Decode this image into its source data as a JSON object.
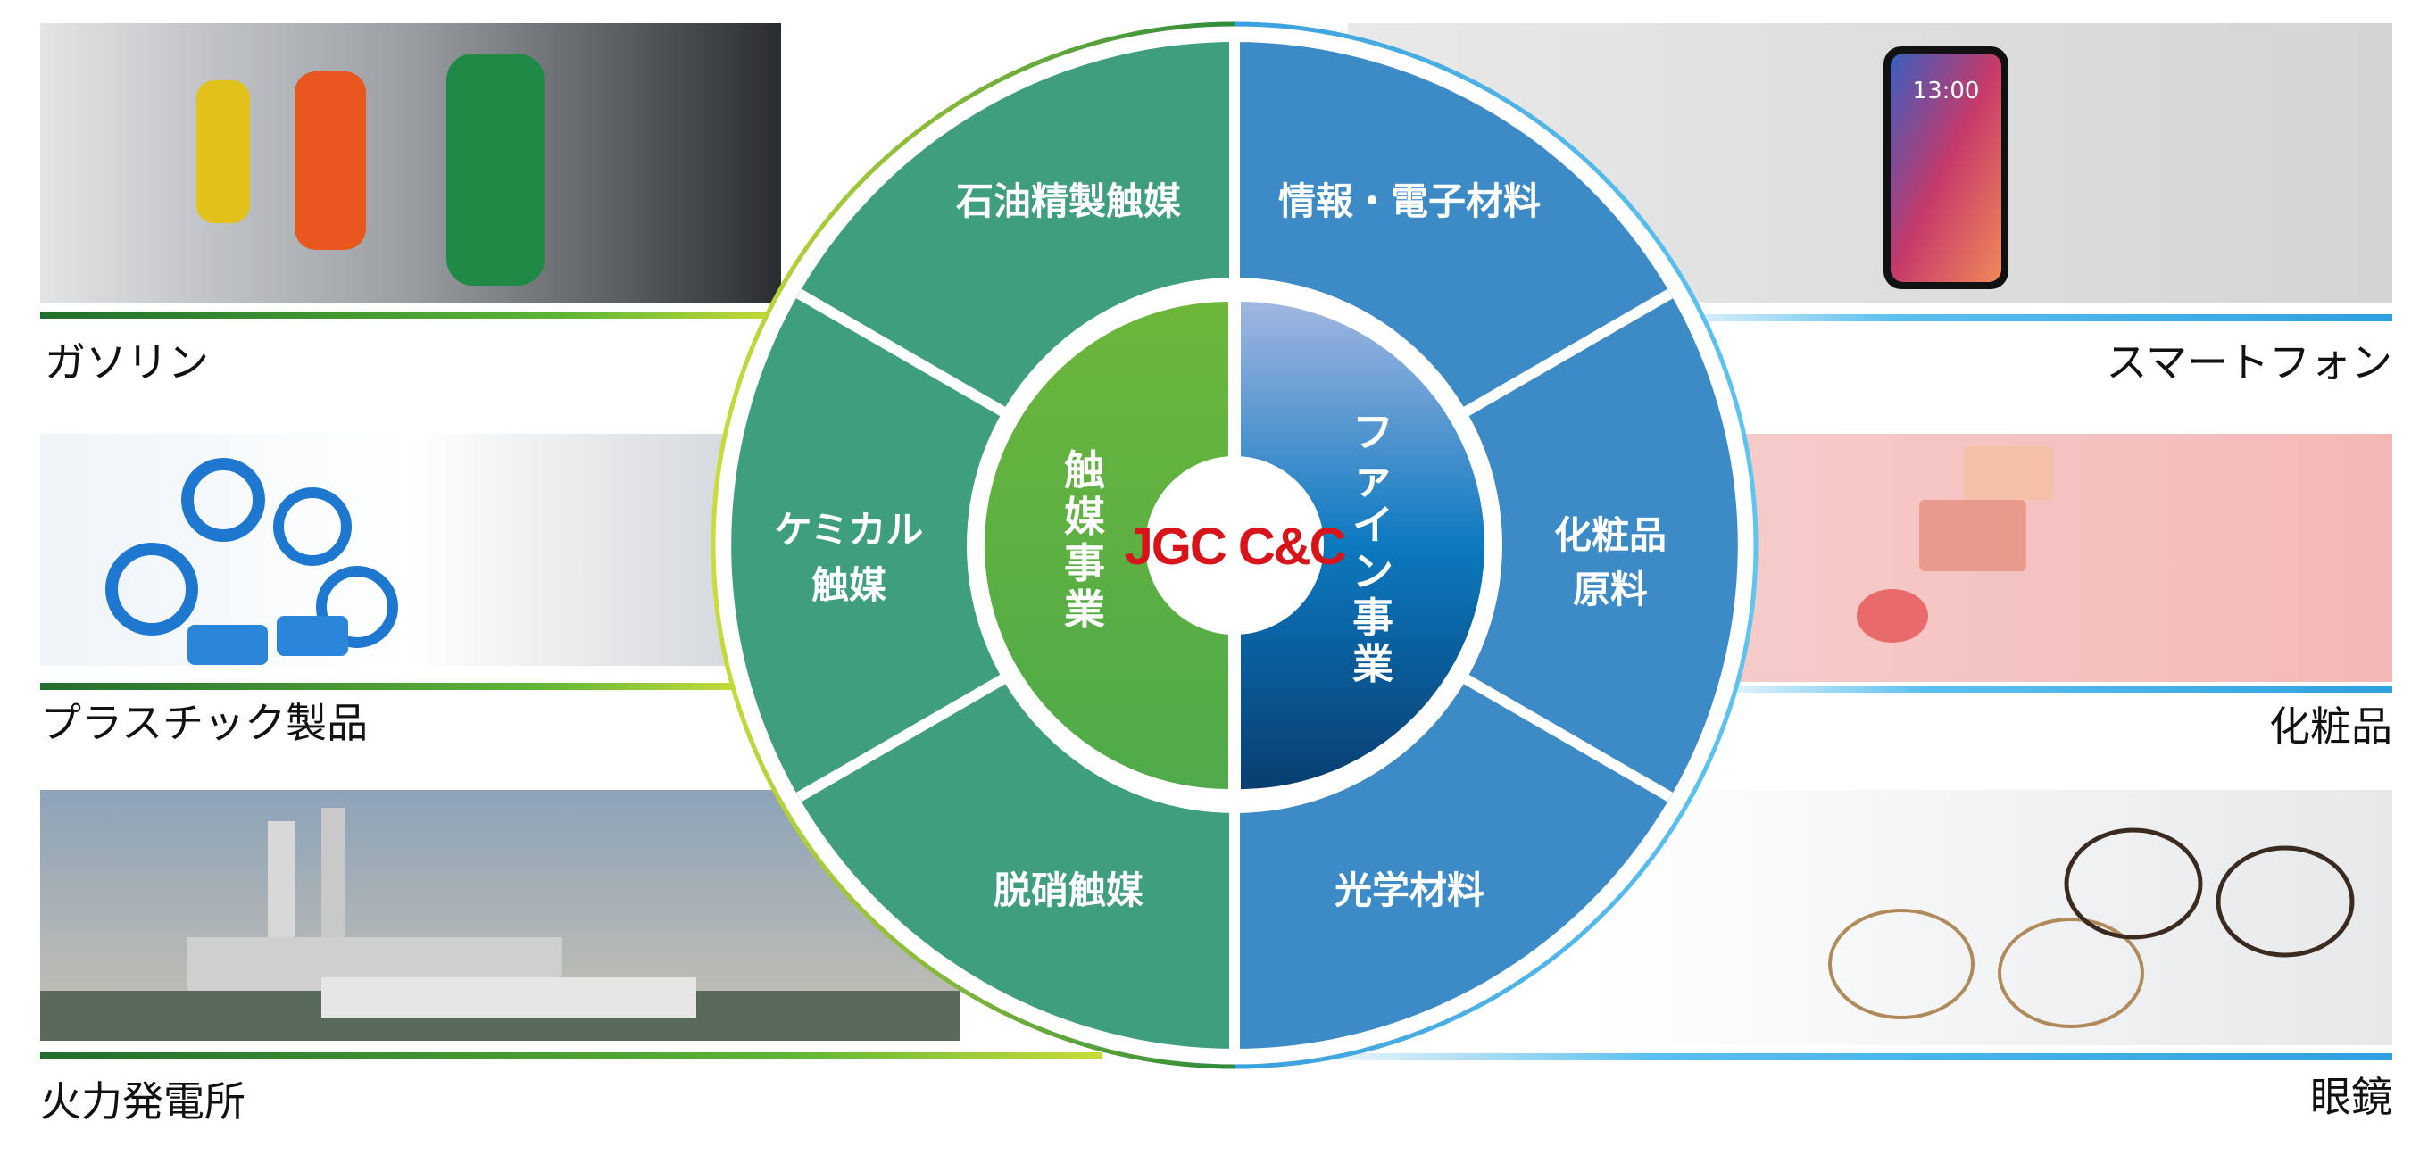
{
  "applications_left": [
    {
      "label": "ガソリン",
      "image": "gasoline-pumps-photo"
    },
    {
      "label": "プラスチック製品",
      "image": "plastic-bottles-photo"
    },
    {
      "label": "火力発電所",
      "image": "power-plant-photo"
    }
  ],
  "applications_right": [
    {
      "label": "スマートフォン",
      "image": "smartphone-photo"
    },
    {
      "label": "化粧品",
      "image": "cosmetics-photo"
    },
    {
      "label": "眼鏡",
      "image": "eyeglasses-photo"
    }
  ],
  "segments_catalyst": [
    {
      "label": "石油精製触媒"
    },
    {
      "lines": [
        "ケミカル",
        "触媒"
      ]
    },
    {
      "label": "脱硝触媒"
    }
  ],
  "segments_fine": [
    {
      "label": "情報・電子材料"
    },
    {
      "lines": [
        "化粧品",
        "原料"
      ]
    },
    {
      "label": "光学材料"
    }
  ],
  "core": {
    "catalyst": [
      "触",
      "媒",
      "事",
      "業"
    ],
    "fine": [
      "フ",
      "ァ",
      "イ",
      "ン",
      "事",
      "業"
    ]
  },
  "logo": "JGC C&C",
  "colors": {
    "catalyst_segment": "#3e9e7e",
    "fine_segment": "#3d8bc6",
    "logo_red": "#d7141a",
    "green_line": "#2e8b3a",
    "blue_line": "#4ab3e8"
  }
}
